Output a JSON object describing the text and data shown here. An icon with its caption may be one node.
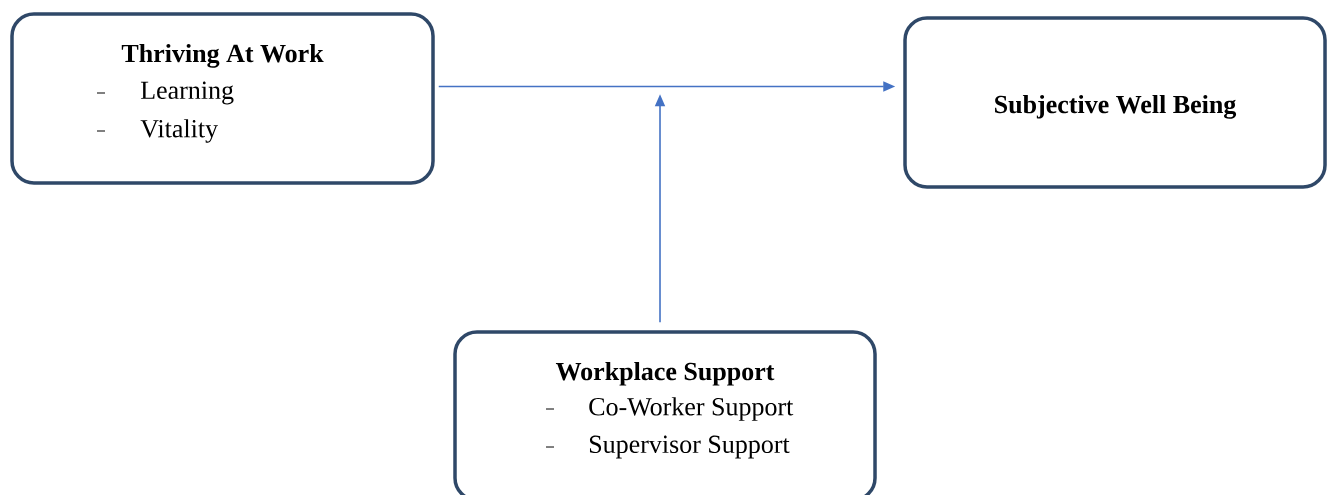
{
  "diagram": {
    "nodes": [
      {
        "text": [
          "Thriving At Work",
          "Learning",
          "Vitality"
        ]
      },
      {
        "text": [
          "Subjective Well Being"
        ]
      },
      {
        "text": [
          "Workplace Support",
          "Co-Worker Support",
          "Supervisor Support"
        ]
      }
    ],
    "edges": [
      {
        "from": 0,
        "to": 1,
        "arrow": "to"
      },
      {
        "from": 2,
        "to": null,
        "arrow": "to"
      }
    ]
  }
}
